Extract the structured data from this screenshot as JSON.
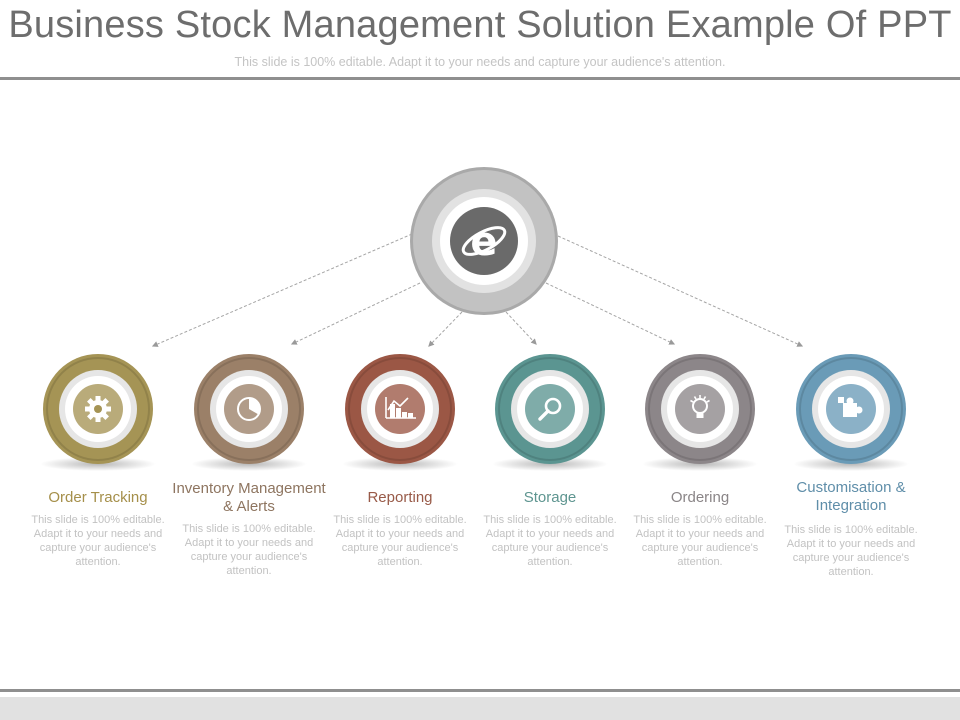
{
  "slide": {
    "title": "Business Stock Management Solution Example Of PPT",
    "subtitle": "This slide is 100% editable. Adapt it to your needs and capture your audience's attention."
  },
  "hub": {
    "icon": "internet-explorer-icon",
    "letter": "e",
    "color": "#bcbcbc"
  },
  "nodes": [
    {
      "label": "Order Tracking",
      "desc": "This slide is 100% editable. Adapt it to your needs and capture your audience's attention.",
      "icon": "gear-icon",
      "color": "#a59455",
      "label_color": "#a58f4a"
    },
    {
      "label": "Inventory Management & Alerts",
      "desc": "This slide is 100% editable. Adapt it to your needs and capture your audience's attention.",
      "icon": "pie-chart-icon",
      "color": "#9b8068",
      "label_color": "#8e7560"
    },
    {
      "label": "Reporting",
      "desc": "This slide is 100% editable. Adapt it to your needs and capture your audience's attention.",
      "icon": "bar-chart-icon",
      "color": "#9b5745",
      "label_color": "#985a48"
    },
    {
      "label": "Storage",
      "desc": "This slide is 100% editable. Adapt it to your needs and capture your audience's attention.",
      "icon": "magnifier-icon",
      "color": "#5b9591",
      "label_color": "#5e9590"
    },
    {
      "label": "Ordering",
      "desc": "This slide is 100% editable. Adapt it to your needs and capture your audience's attention.",
      "icon": "lightbulb-icon",
      "color": "#8c8689",
      "label_color": "#8a8587"
    },
    {
      "label": "Customisation & Integration",
      "desc": "This slide is 100% editable. Adapt it to your needs and capture your audience's attention.",
      "icon": "puzzle-piece-icon",
      "color": "#6a9bb7",
      "label_color": "#5f8ea9"
    }
  ]
}
